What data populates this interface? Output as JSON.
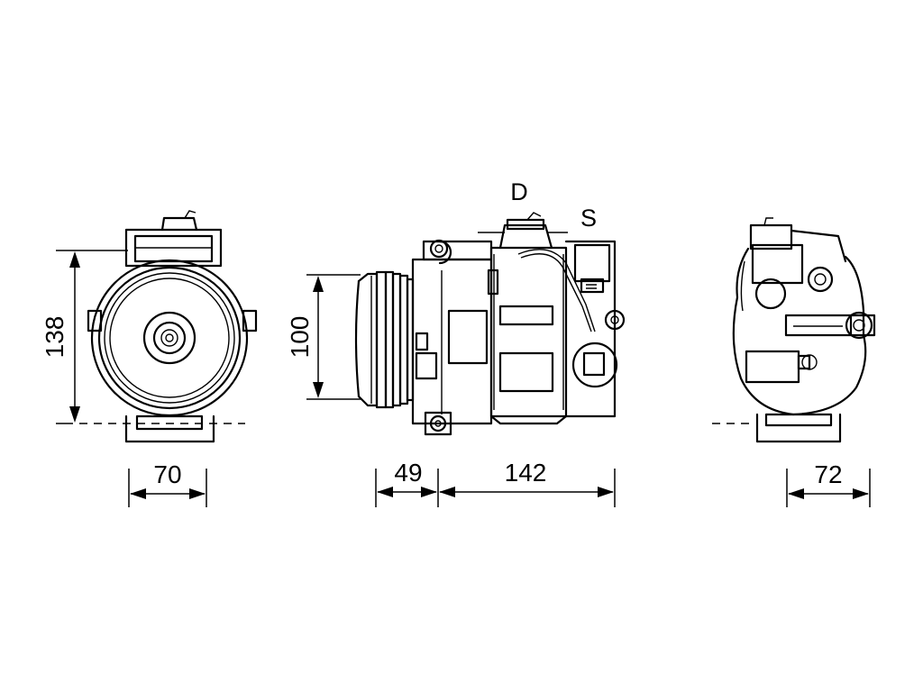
{
  "dimensions": {
    "front_height": "138",
    "front_width": "70",
    "side_height": "100",
    "pulley_length": "49",
    "body_length": "142",
    "rear_width": "72"
  },
  "ports": {
    "discharge": "D",
    "suction": "S"
  }
}
